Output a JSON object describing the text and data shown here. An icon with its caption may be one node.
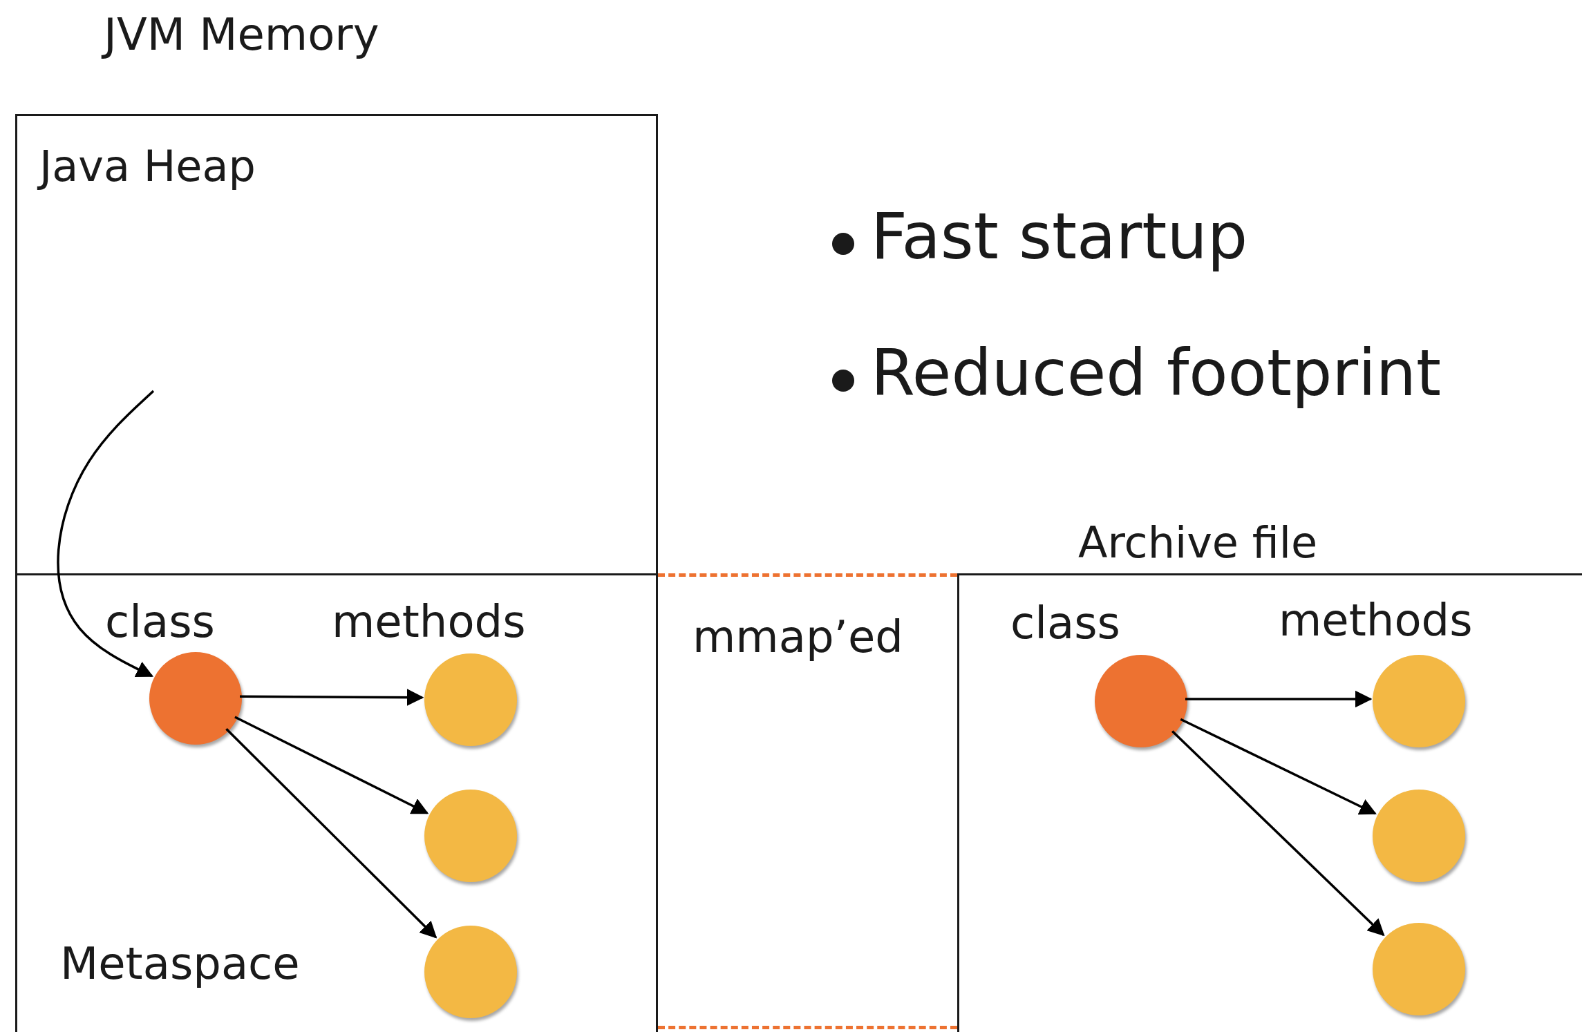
{
  "diagram": {
    "title": "JVM Memory",
    "nodes": [
      {
        "text": [
          "Java Heap"
        ]
      },
      {
        "text": [
          "Metaspace"
        ]
      },
      {
        "text": [],
        "shape": "circle",
        "in": 1,
        "beside": [
          "class"
        ]
      },
      {
        "text": [],
        "shape": "circle",
        "in": 1
      },
      {
        "text": [],
        "shape": "circle",
        "in": 1
      },
      {
        "text": [],
        "shape": "circle",
        "in": 1
      },
      {
        "text": [
          "mmap’ed"
        ]
      },
      {
        "text": [
          "Archive file"
        ]
      },
      {
        "text": [],
        "shape": "circle",
        "in": 7,
        "beside": [
          "class"
        ]
      },
      {
        "text": [],
        "shape": "circle",
        "in": 7
      },
      {
        "text": [],
        "shape": "circle",
        "in": 7
      },
      {
        "text": [],
        "shape": "circle",
        "in": 7
      }
    ],
    "edges": [
      {
        "from": 0,
        "to": 2,
        "arrow": "to"
      },
      {
        "from": 2,
        "to": 3,
        "arrow": "to"
      },
      {
        "from": 2,
        "to": 4,
        "arrow": "to"
      },
      {
        "from": 2,
        "to": 5,
        "arrow": "to"
      },
      {
        "from": 8,
        "to": 9,
        "arrow": "to"
      },
      {
        "from": 8,
        "to": 10,
        "arrow": "to"
      },
      {
        "from": 8,
        "to": 11,
        "arrow": "to"
      }
    ],
    "labels": [
      "Fast startup",
      "Reduced footprint",
      "methods",
      "methods"
    ]
  }
}
